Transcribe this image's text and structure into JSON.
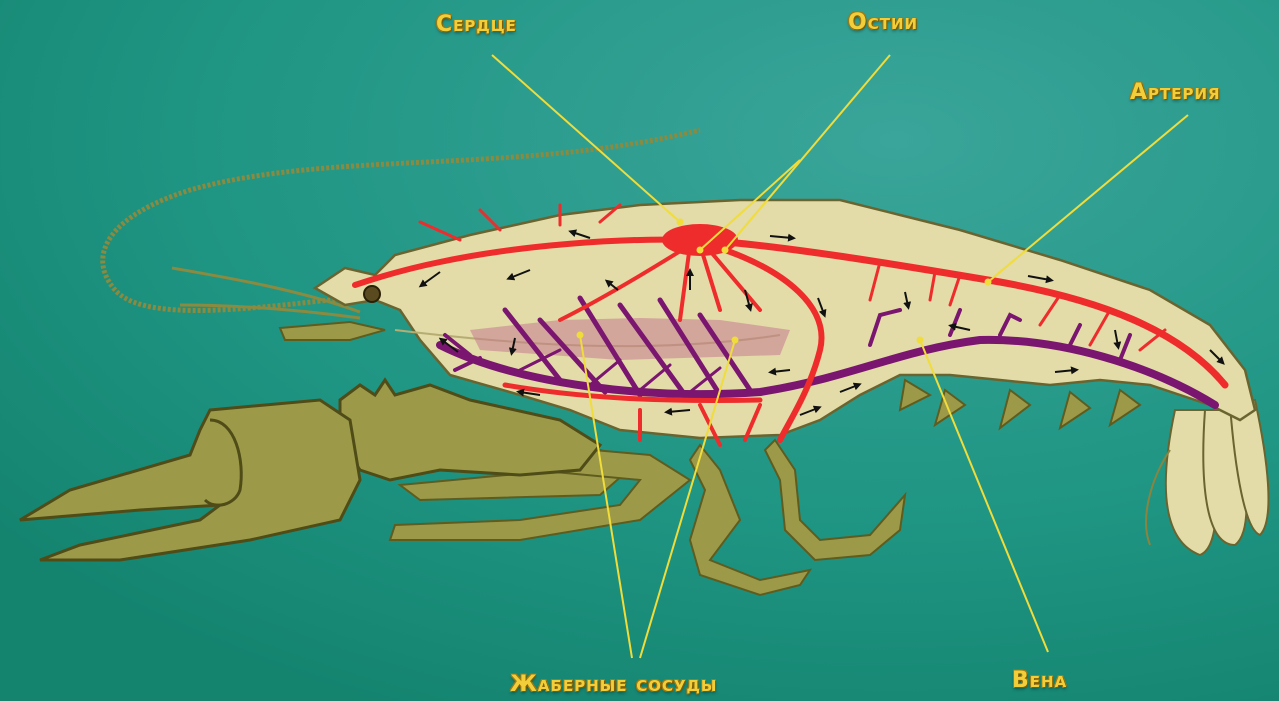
{
  "labels": {
    "heart": "Сердце",
    "ostia": "Остии",
    "artery": "Артерия",
    "gill_vessels": "Жаберные сосуды",
    "vein": "Вена"
  },
  "colors": {
    "background": "#1e9683",
    "body": "#e3dba8",
    "limbs": "#9c9a48",
    "artery": "#ee2c2c",
    "vein": "#7a1670",
    "label": "#f2cf3a",
    "leader_line": "#f0dc3a"
  }
}
